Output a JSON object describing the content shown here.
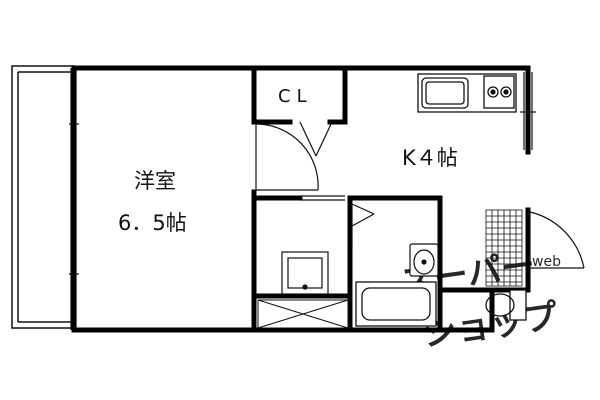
{
  "rooms": {
    "western_name": "洋室",
    "western_size": "6．5帖",
    "closet": "CL",
    "kitchen": "K４帖"
  },
  "watermark": {
    "line1": "スーパー",
    "line2": "ショップ",
    "small": "web"
  },
  "colors": {
    "wall": "#000000",
    "line": "#111111",
    "watermark": "#cfcfcf",
    "background": "#ffffff"
  }
}
